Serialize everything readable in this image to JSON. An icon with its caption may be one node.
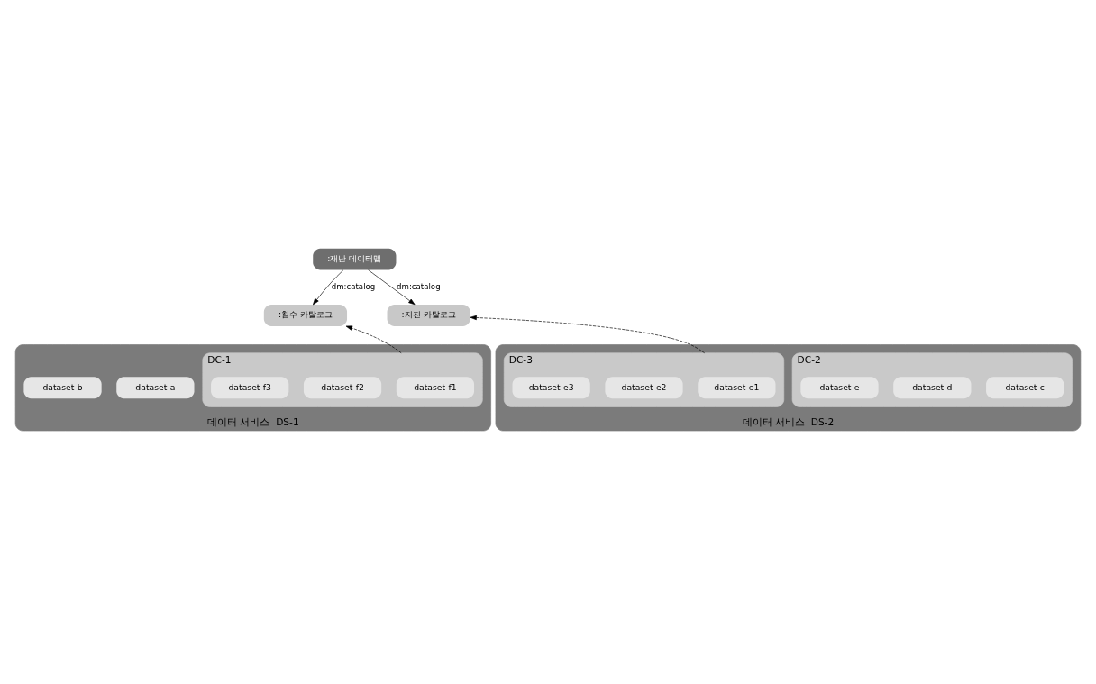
{
  "diagram": {
    "nodes": [
      {
        "text": [
          ":재난 데이터맵"
        ]
      },
      {
        "text": [
          ":침수 카탈로그"
        ]
      },
      {
        "text": [
          ":지진 카탈로그"
        ]
      },
      {
        "text": [
          "데이터 서비스  DS-1"
        ]
      },
      {
        "text": [
          "DC-1"
        ],
        "in": 3
      },
      {
        "text": [
          "dataset-f1"
        ],
        "in": 4
      },
      {
        "text": [
          "dataset-f2"
        ],
        "in": 4
      },
      {
        "text": [
          "dataset-f3"
        ],
        "in": 4
      },
      {
        "text": [
          "dataset-a"
        ],
        "in": 3
      },
      {
        "text": [
          "dataset-b"
        ],
        "in": 3
      },
      {
        "text": [
          "데이터 서비스  DS-2"
        ]
      },
      {
        "text": [
          "DC-2"
        ],
        "in": 10
      },
      {
        "text": [
          "dataset-c"
        ],
        "in": 11
      },
      {
        "text": [
          "dataset-d"
        ],
        "in": 11
      },
      {
        "text": [
          "dataset-e"
        ],
        "in": 11
      },
      {
        "text": [
          "DC-3"
        ],
        "in": 10
      },
      {
        "text": [
          "dataset-e1"
        ],
        "in": 15
      },
      {
        "text": [
          "dataset-e2"
        ],
        "in": 15
      },
      {
        "text": [
          "dataset-e3"
        ],
        "in": 15
      }
    ],
    "edges": [
      {
        "from": 0,
        "to": 1,
        "arrow": "to",
        "label": "dm:catalog"
      },
      {
        "from": 0,
        "to": 2,
        "arrow": "to",
        "label": "dm:catalog"
      },
      {
        "from": 4,
        "to": 1,
        "arrow": "to",
        "style": "dashed"
      },
      {
        "from": 15,
        "to": 2,
        "arrow": "to",
        "style": "dashed"
      }
    ]
  }
}
